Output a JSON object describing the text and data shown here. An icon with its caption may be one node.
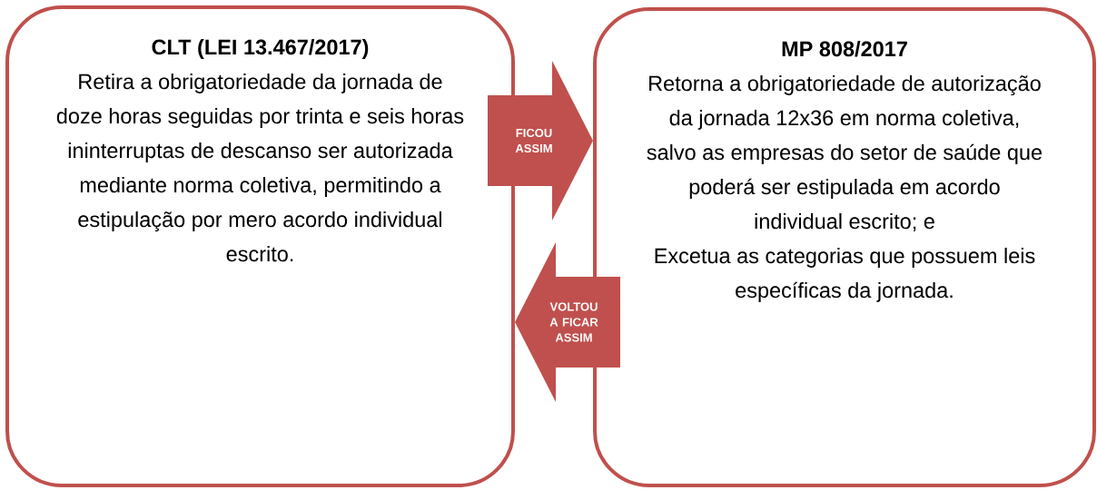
{
  "diagram": {
    "nodes": [
      {
        "text": [
          "CLT (LEI 13.467/2017)",
          "Retira a obrigatoriedade da jornada de doze horas seguidas por trinta e seis horas ininterruptas de descanso ser autorizada mediante norma coletiva, permitindo a estipulação por mero acordo individual escrito."
        ]
      },
      {
        "text": [
          "MP 808/2017",
          "Retorna a obrigatoriedade de autorização da jornada 12x36 em norma coletiva, salvo as empresas do setor de saúde que poderá ser estipulada em acordo individual escrito; e",
          "Excetua as categorias que possuem leis específicas da jornada."
        ]
      }
    ],
    "edges": [
      {
        "from": 0,
        "to": 1,
        "arrow": "to",
        "label": "FICOU ASSIM"
      },
      {
        "from": 1,
        "to": 0,
        "arrow": "to",
        "label": "VOLTOU A FICAR ASSIM"
      }
    ]
  }
}
